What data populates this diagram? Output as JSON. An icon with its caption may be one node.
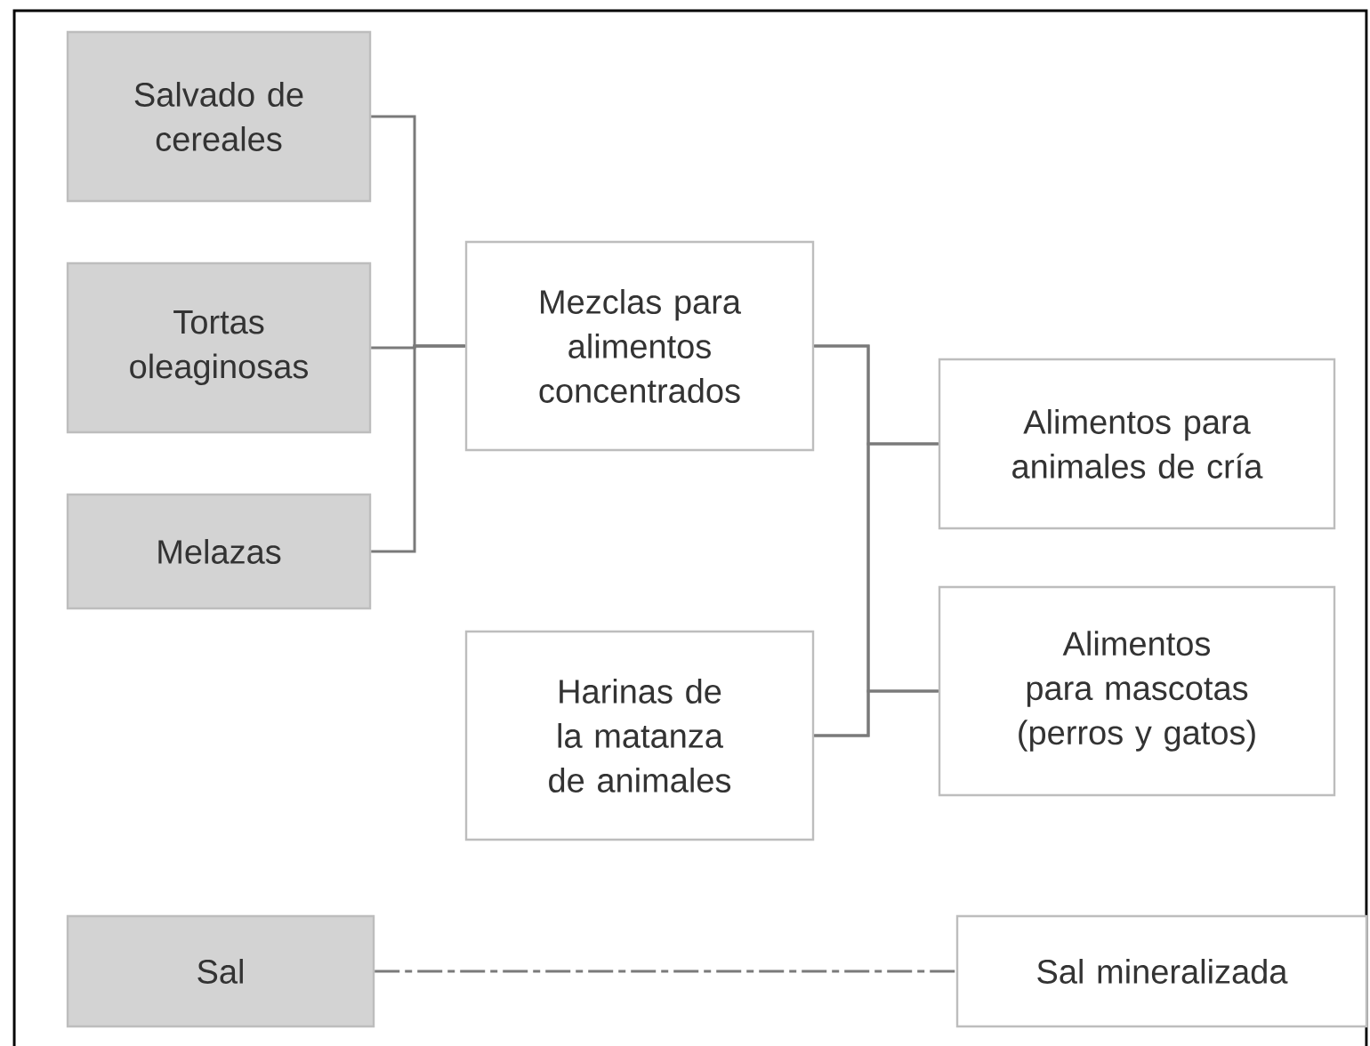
{
  "diagram": {
    "nodes": [
      {
        "text": [
          "Salvado de cereales"
        ]
      },
      {
        "text": [
          "Tortas oleaginosas"
        ]
      },
      {
        "text": [
          "Melazas"
        ]
      },
      {
        "text": [
          "Mezclas para alimentos concentrados"
        ]
      },
      {
        "text": [
          "Alimentos para animales de cría"
        ]
      },
      {
        "text": [
          "Harinas de la matanza de animales"
        ]
      },
      {
        "text": [
          "Alimentos para mascotas (perros y gatos)"
        ]
      },
      {
        "text": [
          "Sal"
        ]
      },
      {
        "text": [
          "Sal mineralizada"
        ]
      }
    ],
    "edges": [
      {
        "from": 0,
        "to": 3,
        "arrow": "none"
      },
      {
        "from": 1,
        "to": 3,
        "arrow": "none"
      },
      {
        "from": 2,
        "to": 3,
        "arrow": "none"
      },
      {
        "from": 3,
        "to": 4,
        "arrow": "none"
      },
      {
        "from": 3,
        "to": 6,
        "arrow": "none"
      },
      {
        "from": 5,
        "to": 4,
        "arrow": "none"
      },
      {
        "from": 5,
        "to": 6,
        "arrow": "none"
      },
      {
        "from": 7,
        "to": 8,
        "arrow": "none",
        "style": "dashed"
      }
    ]
  }
}
